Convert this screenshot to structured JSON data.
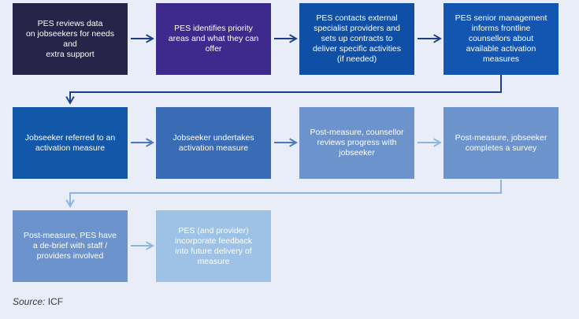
{
  "steps": [
    "PES reviews data\non jobseekers for needs and\nextra support",
    "PES identifies priority\nareas and what they can\noffer",
    "PES contacts external\nspecialist providers and\nsets up contracts to\ndeliver specific activities\n(if needed)",
    "PES senior management\ninforms frontline\ncounsellors about\navailable activation\nmeasures",
    "Jobseeker referred to an\nactivation measure",
    "Jobseeker undertakes\nactivation measure",
    "Post-measure, counsellor\nreviews progress with\njobseeker",
    "Post-measure, jobseeker\ncompletes a survey",
    "Post-measure, PES have\na de-brief with staff /\nproviders involved",
    "PES (and provider)\nincorporate feedback\ninto future delivery of\nmeasure"
  ],
  "source": {
    "label": "Source:",
    "value": "ICF"
  },
  "colors": {
    "dark_arrow": "#1d3e8c",
    "light_arrow": "#8fb4e2"
  }
}
